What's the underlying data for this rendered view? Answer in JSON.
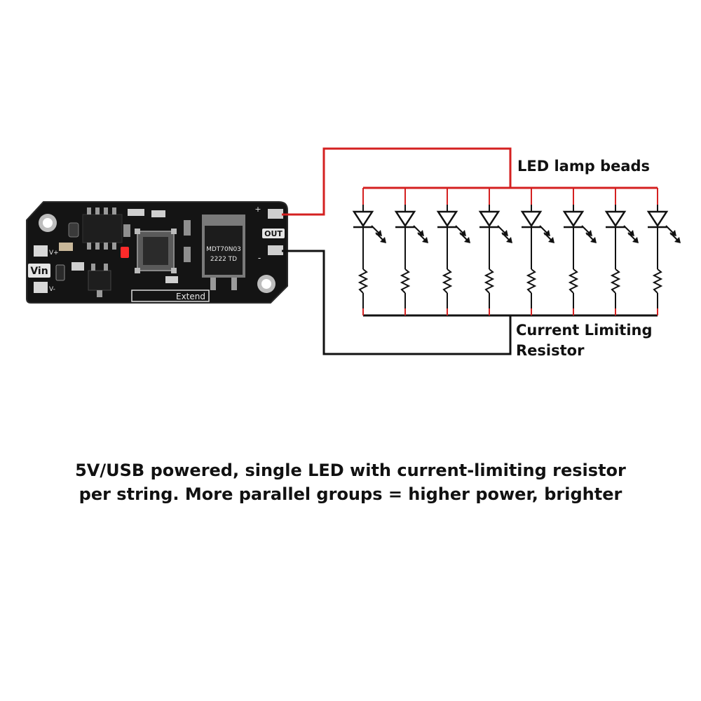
{
  "board": {
    "silkscreen": {
      "vin": "Vin",
      "v_plus": "V+",
      "v_minus": "V-",
      "out": "OUT",
      "extend": "Extend",
      "plus": "+",
      "minus": "-",
      "chip_top": "MDT70N03",
      "chip_bottom": "2222  TD"
    }
  },
  "diagram": {
    "led_label": "LED lamp beads",
    "resistor_label_line1": "Current Limiting",
    "resistor_label_line2": "Resistor",
    "led_count": 8,
    "colors": {
      "positive_wire": "#d42020",
      "negative_wire": "#111111",
      "pcb": "#141414",
      "indicator_led": "#ff2a2a"
    }
  },
  "caption": {
    "line1": "5V/USB powered, single LED with current-limiting resistor",
    "line2": "per string. More parallel groups = higher power, brighter"
  }
}
